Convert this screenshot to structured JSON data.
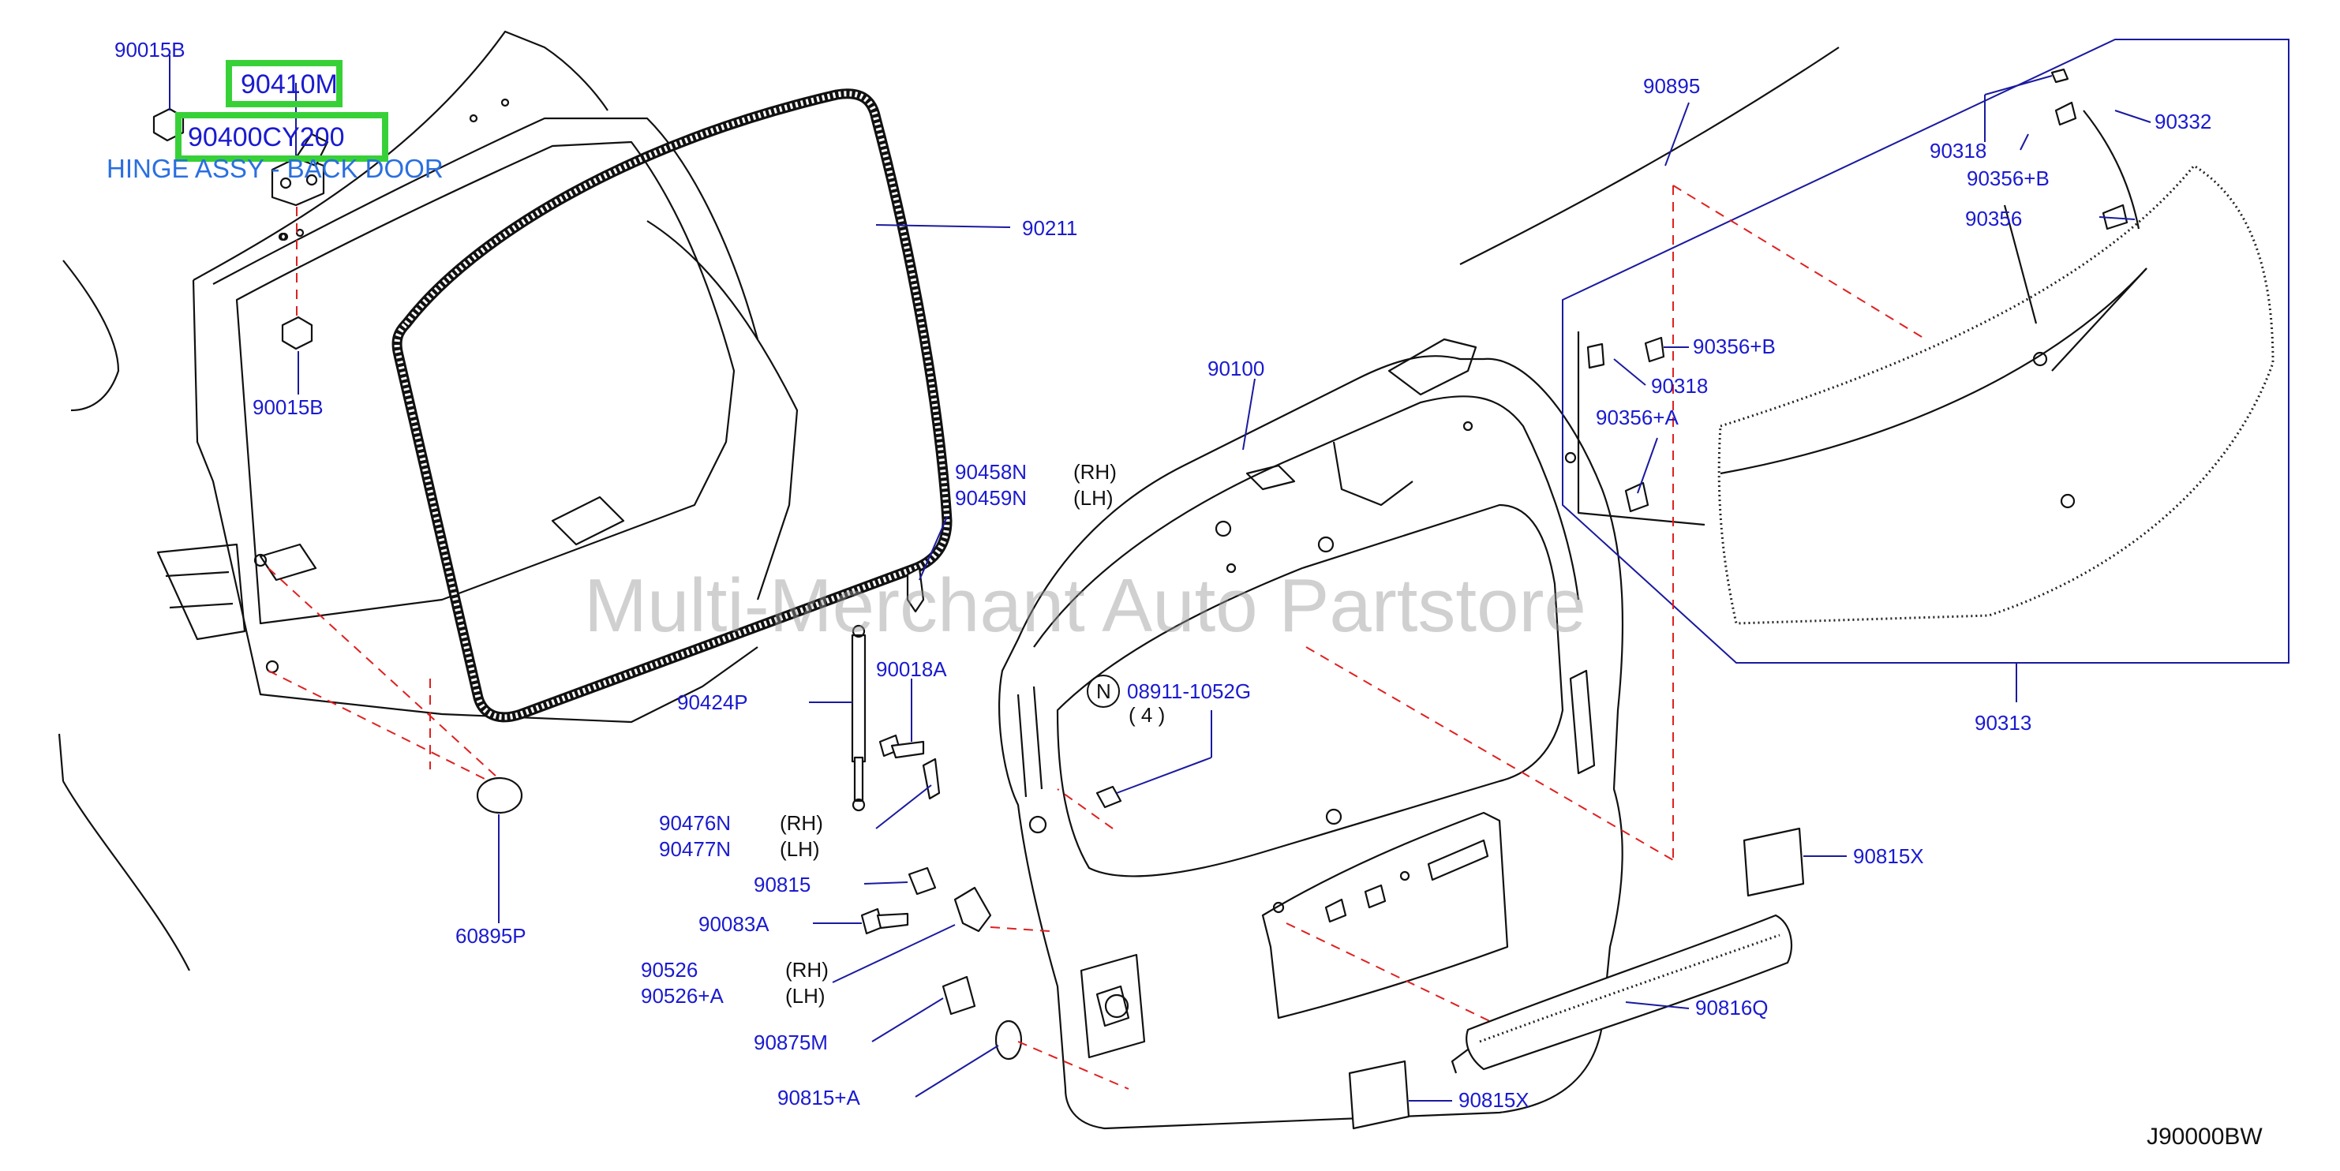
{
  "diagram_id": "J90000BW",
  "watermark": "Multi-Merchant Auto Partstore",
  "hinge_caption": "HINGE ASSY - BACK DOOR",
  "highlight_parts": {
    "part_a": "90410M",
    "part_b": "90400CY200"
  },
  "callouts": {
    "c90015B_top": "90015B",
    "c90015B_bot": "90015B",
    "c90211": "90211",
    "c60895P": "60895P",
    "c90100": "90100",
    "c90458N": "90458N",
    "c90458N_side": "(RH)",
    "c90459N": "90459N",
    "c90459N_side": "(LH)",
    "c90018A": "90018A",
    "c90424P": "90424P",
    "c90476N": "90476N",
    "c90476N_side": "(RH)",
    "c90477N": "90477N",
    "c90477N_side": "(LH)",
    "c90815": "90815",
    "c90083A": "90083A",
    "c90526": "90526",
    "c90526_side": "(RH)",
    "c90526A": "90526+A",
    "c90526A_side": "(LH)",
    "c90875M": "90875M",
    "c90815A": "90815+A",
    "c08911": "08911-1052G",
    "c08911_qty": "( 4 )",
    "c08911_mark": "N",
    "c90895": "90895",
    "c90318_top": "90318",
    "c90332": "90332",
    "c90356B_top": "90356+B",
    "c90356": "90356",
    "c90356B_mid": "90356+B",
    "c90318_mid": "90318",
    "c90356A": "90356+A",
    "c90313": "90313",
    "c90815X_right": "90815X",
    "c90816Q": "90816Q",
    "c90815X_bot": "90815X"
  },
  "colors": {
    "label": "#1a1ad0",
    "leader": "#1a1aa0",
    "dash": "#e02020",
    "highlight": "#37d137",
    "hinge_caption": "#2a6fe0"
  }
}
